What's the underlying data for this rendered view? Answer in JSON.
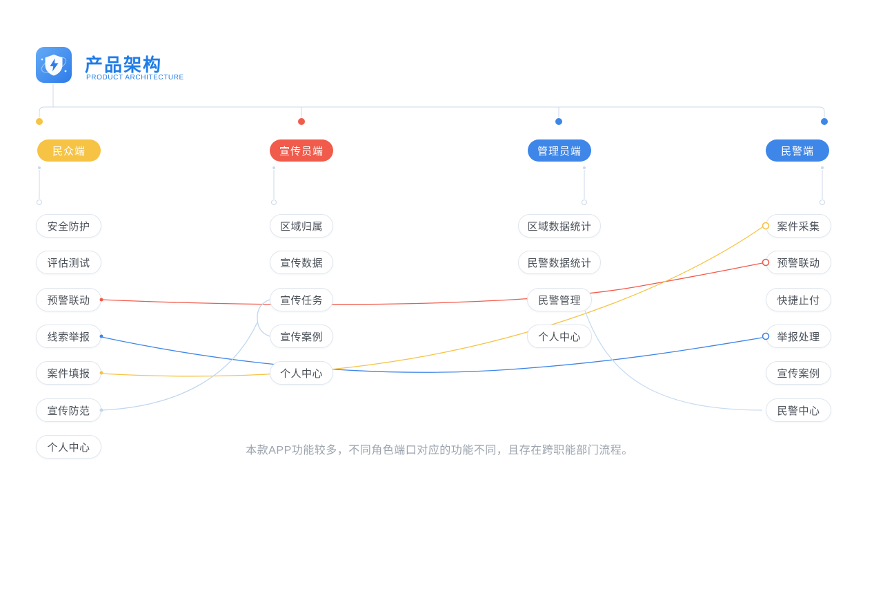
{
  "header": {
    "title": "产品架构",
    "subtitle": "PRODUCT ARCHITECTURE"
  },
  "columns": [
    {
      "label": "民众端",
      "color": "#F6C344",
      "items": [
        "安全防护",
        "评估测试",
        "预警联动",
        "线索举报",
        "案件填报",
        "宣传防范",
        "个人中心"
      ]
    },
    {
      "label": "宣传员端",
      "color": "#F15B4B",
      "items": [
        "区域归属",
        "宣传数据",
        "宣传任务",
        "宣传案例",
        "个人中心"
      ]
    },
    {
      "label": "管理员端",
      "color": "#3E86E8",
      "items": [
        "区域数据统计",
        "民警数据统计",
        "民警管理",
        "个人中心"
      ]
    },
    {
      "label": "民警端",
      "color": "#3E86E8",
      "items": [
        "案件采集",
        "预警联动",
        "快捷止付",
        "举报处理",
        "宣传案例",
        "民警中心"
      ]
    }
  ],
  "links": [
    {
      "from": "预警联动(民众端)",
      "to": "预警联动(民警端)",
      "color": "#F15B4B"
    },
    {
      "from": "线索举报(民众端)",
      "to": "举报处理(民警端)",
      "color": "#3E86E8"
    },
    {
      "from": "案件填报(民众端)",
      "to": "案件采集(民警端)",
      "color": "#F6C344"
    },
    {
      "from": "宣传防范(民众端)",
      "to": "宣传任务/宣传案例(宣传员端)",
      "color": "#BFD7EF"
    },
    {
      "from": "民警管理(管理员端)",
      "to": "民警中心(民警端)",
      "color": "#C7DCF2"
    }
  ],
  "note": "本款APP功能较多，不同角色端口对应的功能不同，且存在跨职能部门流程。",
  "colors": {
    "title": "#1F7CE8",
    "yellow": "#F6C344",
    "red": "#F15B4B",
    "blue": "#3E86E8",
    "wire": "#CBD9E8",
    "node_border": "#DFE6EE",
    "node_text": "#4B5159",
    "note_text": "#9BA3AD"
  }
}
